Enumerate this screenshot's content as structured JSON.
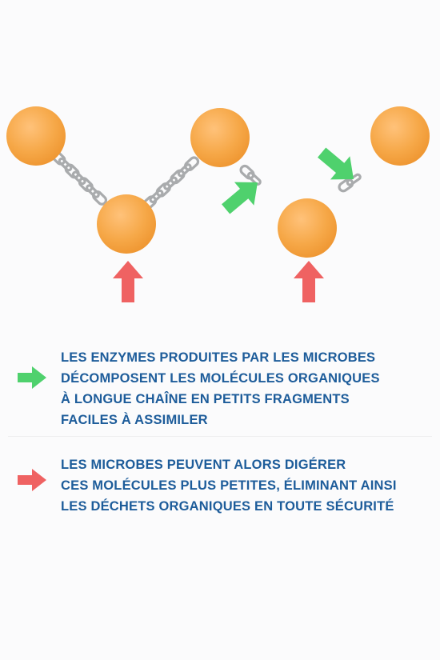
{
  "colors": {
    "ball": "#f6a848",
    "chain": "#a9abad",
    "enzyme_arrow": "#4fd16d",
    "microbe_arrow": "#ef6262",
    "text": "#1d5c9a",
    "background": "#fbfbfc"
  },
  "icons": {
    "enzyme": "green-arrow-icon",
    "microbe": "red-arrow-icon"
  },
  "legend": [
    {
      "lines": [
        "LES ENZYMES PRODUITES PAR LES MICROBES",
        "DÉCOMPOSENT LES MOLÉCULES ORGANIQUES",
        "À LONGUE CHAÎNE EN PETITS FRAGMENTS",
        "FACILES À ASSIMILER"
      ]
    },
    {
      "lines": [
        "LES MICROBES PEUVENT ALORS DIGÉRER",
        "CES MOLÉCULES PLUS PETITES, ÉLIMINANT AINSI",
        "LES DÉCHETS ORGANIQUES EN TOUTE SÉCURITÉ"
      ]
    }
  ]
}
